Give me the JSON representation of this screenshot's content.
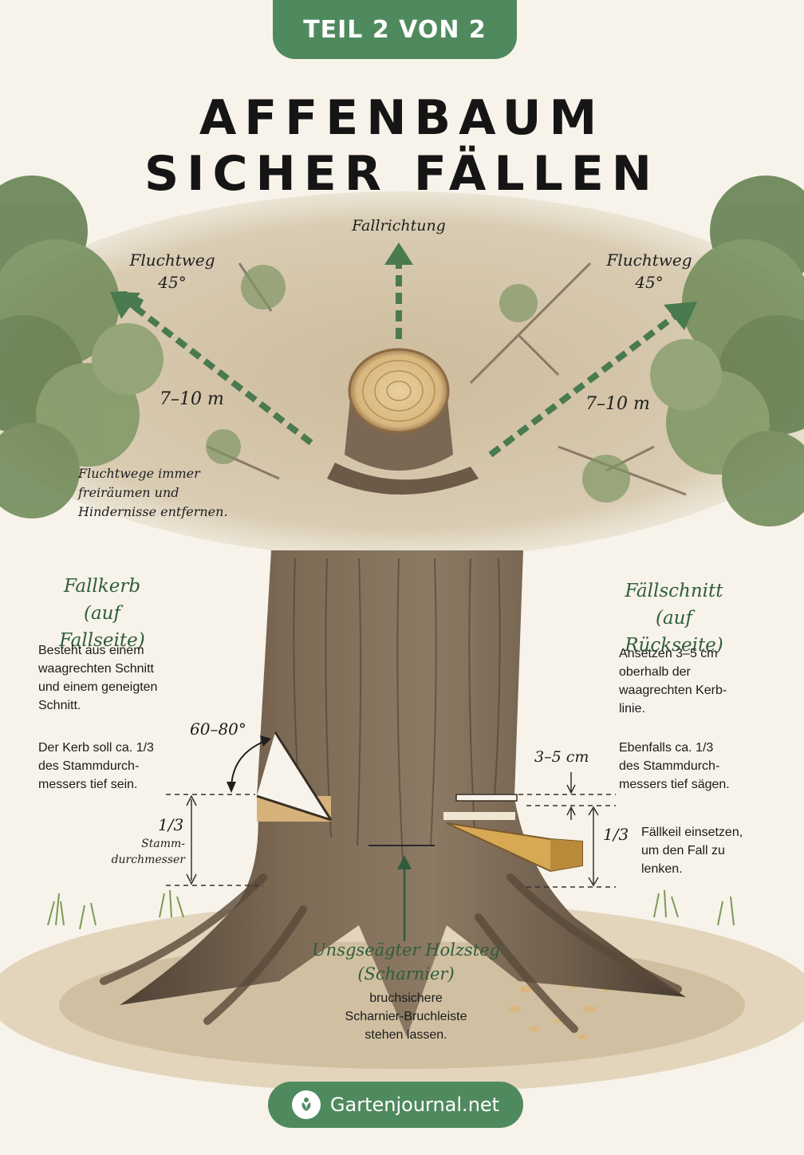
{
  "header": {
    "badge": "TEIL 2 VON 2"
  },
  "title": {
    "line1": "AFFENBAUM",
    "line2": "SICHER FÄLLEN"
  },
  "top": {
    "fall_direction": "Fallrichtung",
    "escape_left": {
      "label": "Fluchtweg",
      "angle": "45°",
      "distance": "7–10 m"
    },
    "escape_right": {
      "label": "Fluchtweg",
      "angle": "45°",
      "distance": "7–10 m"
    },
    "note": [
      "Fluchtwege immer",
      "freiräumen und",
      "Hindernisse entfernen."
    ]
  },
  "fallkerb": {
    "title": "Fallkerb",
    "subtitle": "(auf Fallseite)",
    "text1": [
      "Besteht aus einem",
      "waagrechten Schnitt",
      "und einem geneigten",
      "Schnitt."
    ],
    "text2": [
      "Der Kerb soll ca. 1/3",
      "des Stammdurch-",
      "messers tief sein."
    ],
    "angle": "60–80°",
    "depth": "1/3",
    "depth_caption": [
      "Stamm-",
      "durchmesser"
    ]
  },
  "faellschnitt": {
    "title": "Fällschnitt",
    "subtitle": "(auf Rückseite)",
    "text1": [
      "Ansetzen 3–5 cm",
      "oberhalb der",
      "waagrechten Kerb-",
      "linie."
    ],
    "text2": [
      "Ebenfalls ca. 1/3",
      "des Stammdurch-",
      "messers tief sägen."
    ],
    "offset": "3–5 cm",
    "depth": "1/3",
    "wedge_text": [
      "Fällkeil einsetzen,",
      "um den Fall zu",
      "lenken."
    ]
  },
  "hinge": {
    "title": "Unsgseägter Holzsteg",
    "subtitle": "(Scharnier)",
    "text": [
      "bruchsichere",
      "Scharnier-Bruchleiste",
      "stehen lassen."
    ]
  },
  "footer": {
    "brand": "Gartenjournal.net"
  },
  "colors": {
    "accent": "#4f8a5e",
    "arrow": "#4a7a4f",
    "bark": "#6b5a48",
    "foliage": "#5d7a4a"
  }
}
